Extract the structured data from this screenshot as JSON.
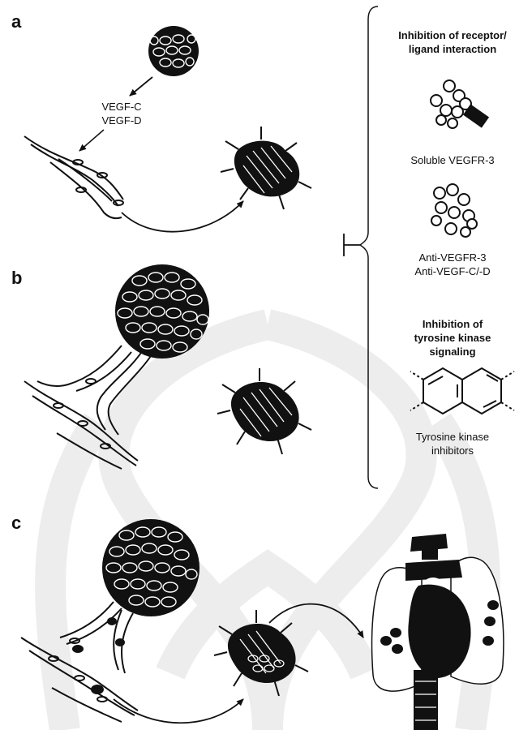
{
  "panels": {
    "a": {
      "letter": "a",
      "ligand_line1": "VEGF-C",
      "ligand_line2": "VEGF-D"
    },
    "b": {
      "letter": "b"
    },
    "c": {
      "letter": "c"
    }
  },
  "inhibitors": {
    "heading1_line1": "Inhibition of receptor/",
    "heading1_line2": "ligand interaction",
    "item1": "Soluble VEGFR-3",
    "item2_line1": "Anti-VEGFR-3",
    "item2_line2": "Anti-VEGF-C/-D",
    "heading2_line1": "Inhibition of",
    "heading2_line2": "tyrosine kinase",
    "heading2_line3": "signaling",
    "item3_line1": "Tyrosine kinase",
    "item3_line2": "inhibitors"
  },
  "colors": {
    "ink": "#111111",
    "watermark": "#e9e9e9",
    "background": "#ffffff"
  }
}
